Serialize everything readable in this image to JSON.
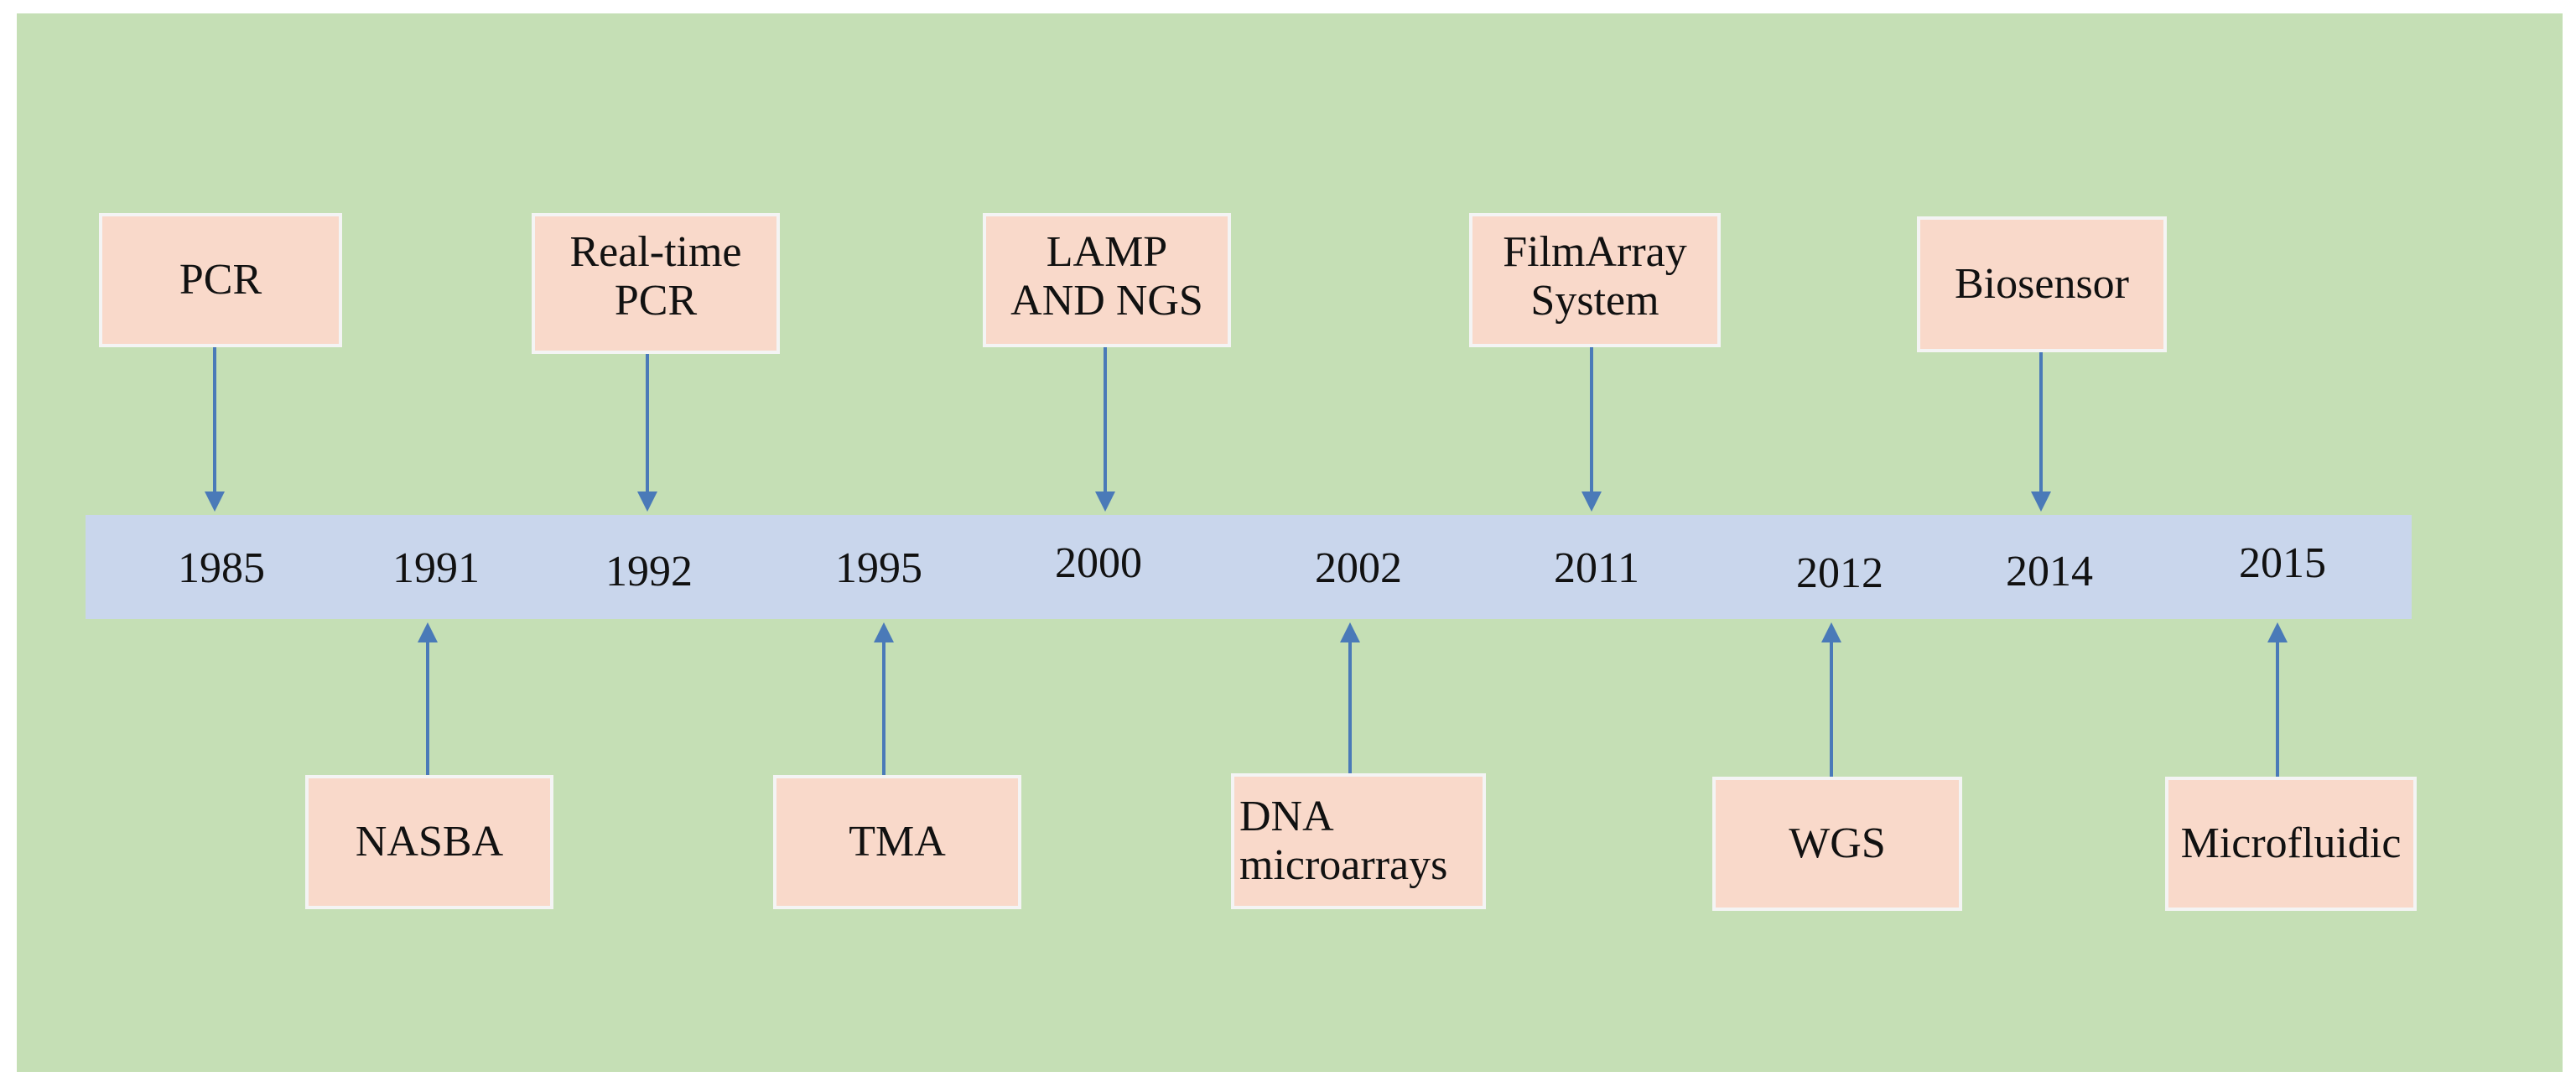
{
  "timeline": {
    "years": [
      "1985",
      "1991",
      "1992",
      "1995",
      "2000",
      "2002",
      "2011",
      "2012",
      "2014",
      "2015"
    ]
  },
  "events_above": [
    {
      "year": "1985",
      "label": "PCR"
    },
    {
      "year": "1992",
      "label": "Real-time\nPCR"
    },
    {
      "year": "2000",
      "label": "LAMP\nAND NGS"
    },
    {
      "year": "2011",
      "label": "FilmArray\nSystem"
    },
    {
      "year": "2014",
      "label": "Biosensor"
    }
  ],
  "events_below": [
    {
      "year": "1991",
      "label": "NASBA"
    },
    {
      "year": "1995",
      "label": "TMA"
    },
    {
      "year": "2002",
      "label": "DNA\nmicroarrays"
    },
    {
      "year": "2012",
      "label": "WGS"
    },
    {
      "year": "2015",
      "label": "Microfluidic"
    }
  ],
  "colors": {
    "background": "#c5dfb5",
    "timeline_bar": "#c9d6ec",
    "event_box": "#f9d9ca",
    "arrow": "#4a7ab8"
  }
}
